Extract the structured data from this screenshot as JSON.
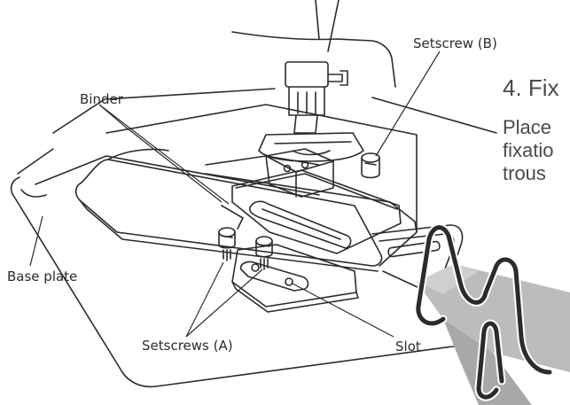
{
  "labels": {
    "setscrew_b": "Setscrew (B)",
    "binder": "Binder",
    "base_plate": "Base plate",
    "setscrews_a": "Setscrews (A)",
    "slot": "Slot"
  },
  "instruction": {
    "title": "4. Fix",
    "line1": "Place",
    "line2": "fixatio",
    "line3": "trous"
  },
  "colors": {
    "line": "#2b2b2b",
    "fabric": "#bcbcbc",
    "fabric_dark": "#a8a8a8",
    "text": "#4a4a4a"
  }
}
